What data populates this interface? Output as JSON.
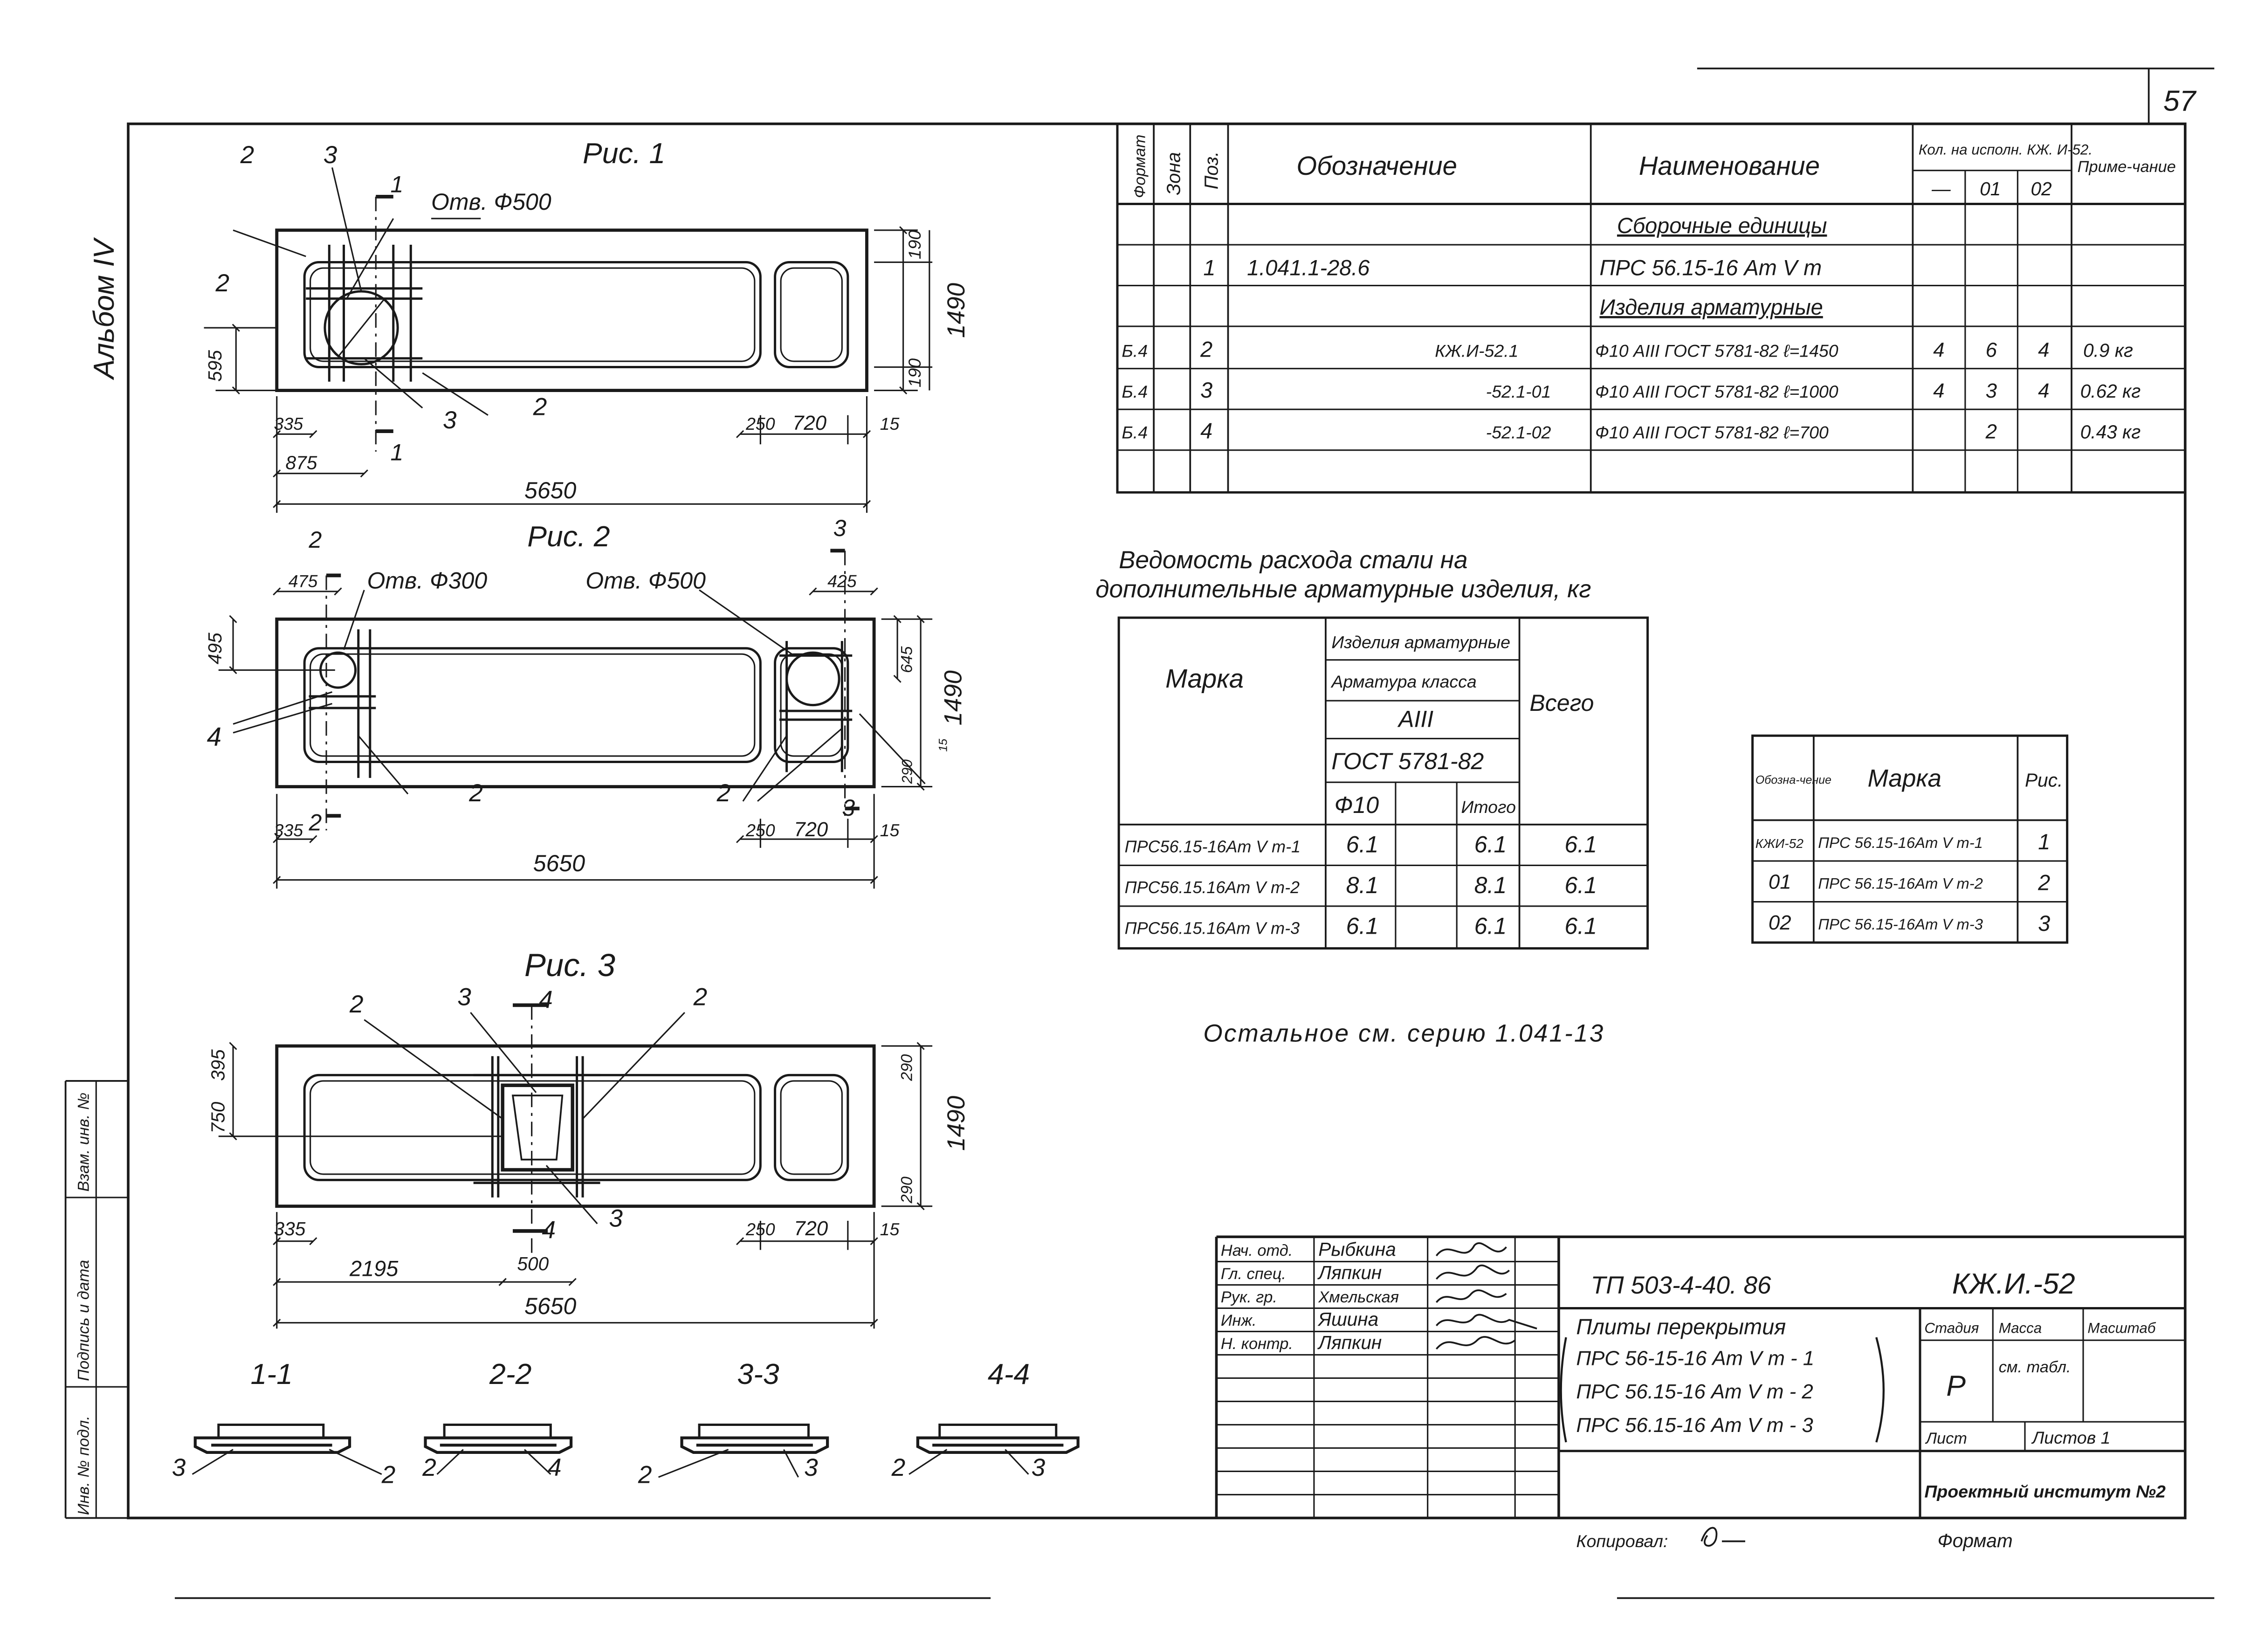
{
  "page": {
    "number": "57"
  },
  "album": {
    "label": "Альбом IV"
  },
  "stamps": {
    "inv_no": "Инв. № подл.",
    "sign_date": "Подпись и дата",
    "replace_inv": "Взам. инв. №"
  },
  "spec_table": {
    "headers": {
      "format": "Формат",
      "zone": "Зона",
      "pos": "Поз.",
      "designation": "Обозначение",
      "name": "Наименование",
      "qty_group": "Кол. на исполн. КЖ. И-52.",
      "qty_cols": [
        "—",
        "01",
        "02"
      ],
      "note": "Приме-чание"
    },
    "section_assembly": "Сборочные единицы",
    "section_rebar": "Изделия арматурные",
    "rows": [
      {
        "format": "",
        "pos": "1",
        "designation": "1.041.1-28.6",
        "name": "ПРС 56.15-16 Ат V т",
        "q0": "",
        "q1": "",
        "q2": "",
        "note": ""
      },
      {
        "format": "Б.4",
        "pos": "2",
        "designation": "КЖ.И-52.1",
        "name": "Ф10 АIII ГОСТ 5781-82 ℓ=1450",
        "q0": "4",
        "q1": "6",
        "q2": "4",
        "note": "0.9 кг"
      },
      {
        "format": "Б.4",
        "pos": "3",
        "designation": "-52.1-01",
        "name": "Ф10 АIII ГОСТ 5781-82 ℓ=1000",
        "q0": "4",
        "q1": "3",
        "q2": "4",
        "note": "0.62 кг"
      },
      {
        "format": "Б.4",
        "pos": "4",
        "designation": "-52.1-02",
        "name": "Ф10 АIII ГОСТ 5781-82 ℓ=700",
        "q0": "",
        "q1": "2",
        "q2": "",
        "note": "0.43 кг"
      }
    ]
  },
  "steel_table": {
    "title_line1": "Ведомость расхода стали на",
    "title_line2": "дополнительные арматурные изделия, кг",
    "headers": {
      "mark": "Марка",
      "products": "Изделия арматурные",
      "rebar": "Арматура класса",
      "class": "АIII",
      "gost": "ГОСТ 5781-82",
      "dia": "Ф10",
      "subtotal": "Итого",
      "total": "Всего"
    },
    "rows": [
      {
        "mark": "ПРС56.15-16Ат V т-1",
        "d10": "6.1",
        "sub": "6.1",
        "total": "6.1"
      },
      {
        "mark": "ПРС56.15.16Ат V т-2",
        "d10": "8.1",
        "sub": "8.1",
        "total": "6.1"
      },
      {
        "mark": "ПРС56.15.16Ат V т-3",
        "d10": "6.1",
        "sub": "6.1",
        "total": "6.1"
      }
    ]
  },
  "marks_table": {
    "headers": {
      "designation": "Обозна-чение",
      "mark": "Марка",
      "fig": "Рис."
    },
    "rows": [
      {
        "designation": "КЖИ-52",
        "mark": "ПРС 56.15-16Ат V т-1",
        "fig": "1"
      },
      {
        "designation": "01",
        "mark": "ПРС 56.15-16Ат V т-2",
        "fig": "2"
      },
      {
        "designation": "02",
        "mark": "ПРС 56.15-16Ат V т-3",
        "fig": "3"
      }
    ]
  },
  "note_text": "Остальное см. серию 1.041-13",
  "figures": {
    "fig1": {
      "title": "Рис. 1",
      "hole": "Отв. Ф500",
      "cut": "1",
      "pos": [
        "2",
        "3",
        "3",
        "2",
        "2"
      ],
      "dims": {
        "left": "595",
        "top_right": "190",
        "height": "1490",
        "bottom_right": "190",
        "a": "335",
        "b": "875",
        "c": "250",
        "d": "720",
        "e": "15",
        "length": "5650"
      }
    },
    "fig2": {
      "title": "Рис. 2",
      "hole1": "Отв. Ф300",
      "hole2": "Отв. Ф500",
      "cut_left": "2",
      "cut_right": "3",
      "pos": [
        "4",
        "2",
        "2"
      ],
      "dims": {
        "top_left": "475",
        "top_right": "425",
        "left": "495",
        "right_v": "645",
        "height": "1490",
        "small": "290",
        "tiny": "15",
        "a": "335",
        "c": "250",
        "d": "720",
        "e": "15",
        "length": "5650"
      }
    },
    "fig3": {
      "title": "Рис. 3",
      "cut": "4",
      "pos": [
        "2",
        "3",
        "2",
        "3"
      ],
      "dims": {
        "left_a": "750",
        "left_b": "395",
        "top_right": "290",
        "height": "1490",
        "bottom_right": "290",
        "a": "335",
        "b": "2195",
        "hole": "500",
        "c": "250",
        "d": "720",
        "e": "15",
        "length": "5650"
      }
    }
  },
  "sections": [
    {
      "label": "1-1",
      "pos_a": "3",
      "pos_b": "2"
    },
    {
      "label": "2-2",
      "pos_a": "2",
      "pos_b": "4"
    },
    {
      "label": "3-3",
      "pos_a": "2",
      "pos_b": "3"
    },
    {
      "label": "4-4",
      "pos_a": "2",
      "pos_b": "3"
    }
  ],
  "title_block": {
    "signatures": [
      {
        "role": "Нач. отд.",
        "name": "Рыбкина"
      },
      {
        "role": "Гл. спец.",
        "name": "Ляпкин"
      },
      {
        "role": "Рук. гр.",
        "name": "Хмельская"
      },
      {
        "role": "Инж.",
        "name": "Яшина"
      },
      {
        "role": "Н. контр.",
        "name": "Ляпкин"
      }
    ],
    "project": "ТП 503-4-40. 86",
    "code": "КЖ.И.-52",
    "title_lines": [
      "Плиты перекрытия",
      "ПРС 56-15-16 Ат V т - 1",
      "ПРС 56.15-16 Ат V т - 2",
      "ПРС 56.15-16 Ат V т - 3"
    ],
    "stage_label": "Стадия",
    "stage": "Р",
    "mass_label": "Масса",
    "mass": "см. табл.",
    "scale_label": "Масштаб",
    "sheet_label": "Лист",
    "sheets_label": "Листов 1",
    "org": "Проектный институт №2"
  },
  "footer": {
    "copied": "Копировал:",
    "format": "Формат"
  }
}
